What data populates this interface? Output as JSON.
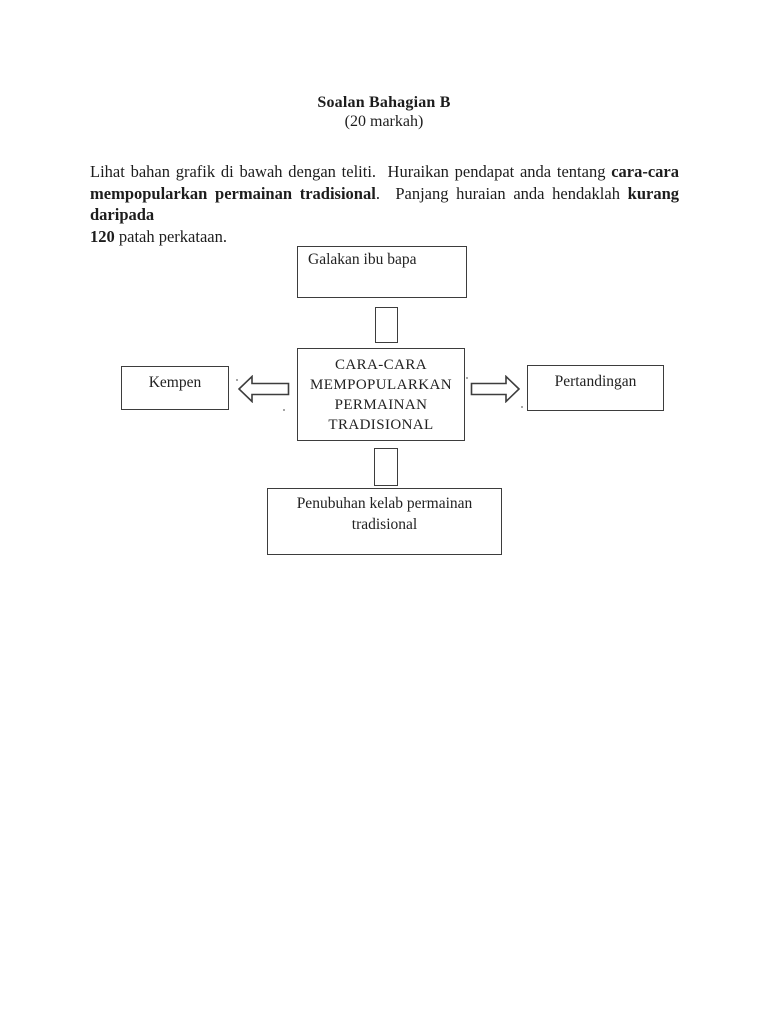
{
  "page": {
    "title": "Soalan Bahagian B",
    "subtitle": "(20 markah)"
  },
  "instruction": {
    "l1_normal": "Lihat bahan grafik di bawah dengan teliti.  Huraikan pendapat anda tentang ",
    "l1_bold": "cara-cara",
    "l2_bold_start": "mempopularkan permainan tradisional",
    "l2_normal": ".  Panjang huraian anda hendaklah ",
    "l2_bold_end": "kurang daripada",
    "l3_bold": "120",
    "l3_normal": " patah perkataan."
  },
  "diagram": {
    "top_box": {
      "label": "Galakan ibu bapa"
    },
    "center_box": {
      "lines": [
        "CARA-CARA",
        "MEMPOPULARKAN",
        "PERMAINAN",
        "TRADISIONAL"
      ]
    },
    "left_box": {
      "label": "Kempen"
    },
    "right_box": {
      "label": "Pertandingan"
    },
    "bottom_box": {
      "lines": [
        "Penubuhan kelab permainan",
        "tradisional"
      ]
    },
    "colors": {
      "ink": "#1d1d1d",
      "border": "#3d3d3d",
      "background": "#ffffff"
    }
  }
}
